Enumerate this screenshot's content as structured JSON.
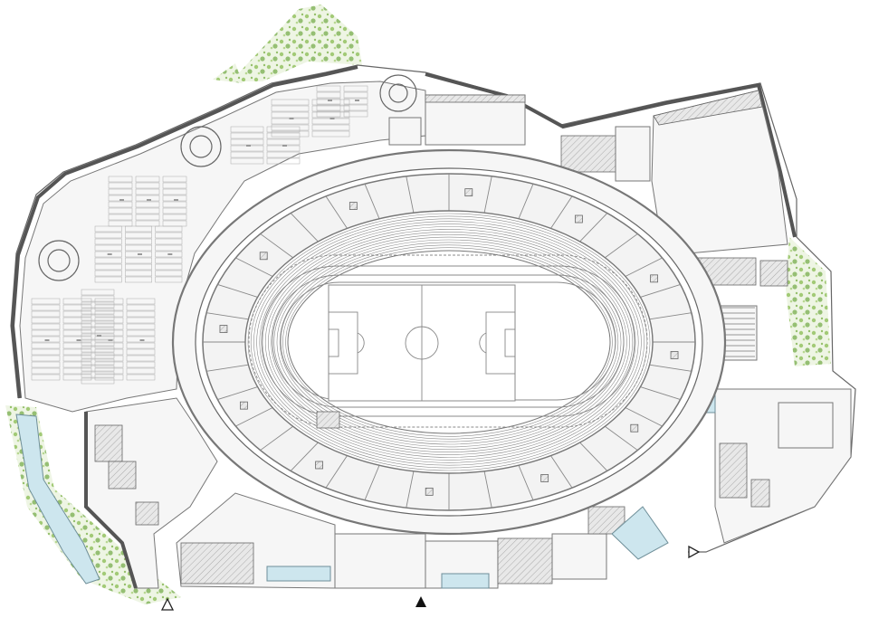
{
  "drawing": {
    "subject": "stadium",
    "colors": {
      "wall": "#d4d4d4",
      "wall_outline": "#555555",
      "water": "#cde6ee",
      "vegetation": "#7fb34d",
      "field": "#ffffff"
    }
  },
  "entrances": [
    {
      "kind": "secondary",
      "icon": "open-triangle-icon"
    },
    {
      "kind": "main",
      "icon": "filled-triangle-icon"
    },
    {
      "kind": "secondary",
      "icon": "open-triangle-icon"
    }
  ]
}
